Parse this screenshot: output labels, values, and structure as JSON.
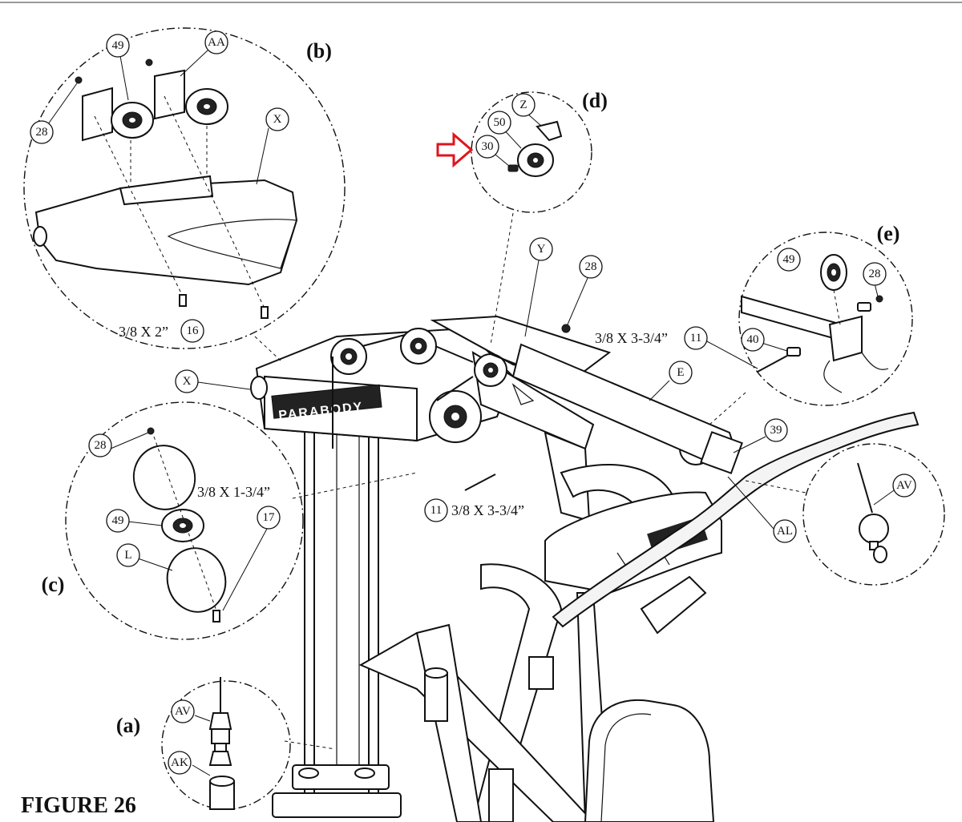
{
  "figure_label": "FIGURE 26",
  "brand": "PARABODY",
  "views": {
    "a": "(a)",
    "b": "(b)",
    "c": "(c)",
    "d": "(d)",
    "e": "(e)"
  },
  "callouts": {
    "b_49": "49",
    "b_AA": "AA",
    "b_28": "28",
    "b_X": "X",
    "b_16": "16",
    "d_Z": "Z",
    "d_50": "50",
    "d_30": "30",
    "main_Y": "Y",
    "main_28": "28",
    "main_11a": "11",
    "main_E": "E",
    "main_X": "X",
    "main_39": "39",
    "main_AL": "AL",
    "main_11b": "11",
    "e_49": "49",
    "e_28": "28",
    "e_40": "40",
    "c_28": "28",
    "c_49": "49",
    "c_17": "17",
    "c_L": "L",
    "a_AV": "AV",
    "a_AK": "AK",
    "ball_AV": "AV"
  },
  "dimensions": {
    "b_bolt": "3/8 X 2”",
    "main_top": "3/8 X 3-3/4”",
    "c_bolt": "3/8 X  1-3/4”",
    "main_bottom": "3/8 X 3-3/4”"
  },
  "colors": {
    "line": "#111111",
    "highlight_arrow": "#e0141e"
  },
  "highlight": {
    "icon": "right-arrow-icon",
    "target": "d_30"
  }
}
